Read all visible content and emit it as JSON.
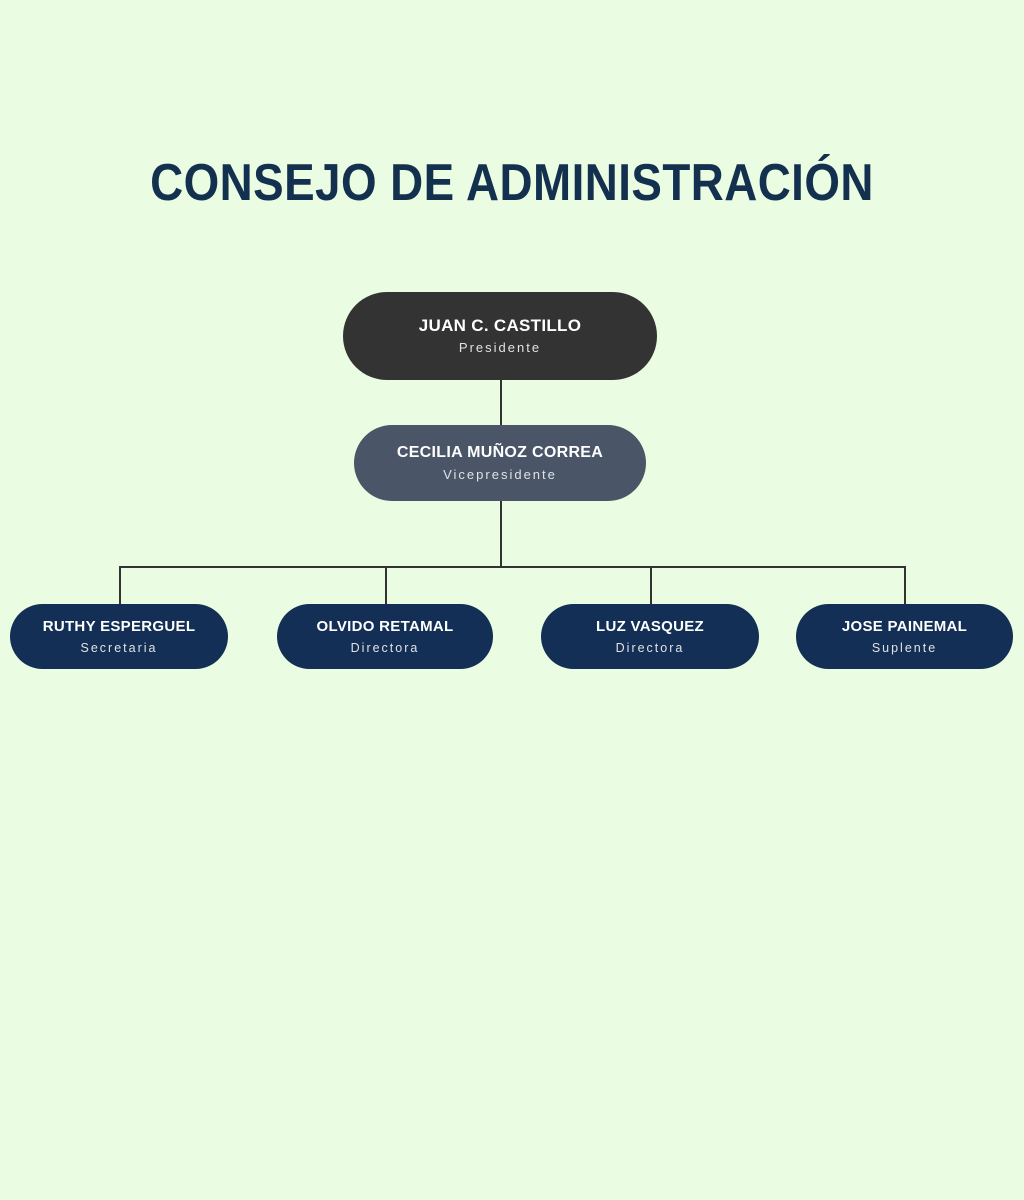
{
  "page": {
    "title": "CONSEJO DE ADMINISTRACIÓN",
    "background_color": "#eafce2",
    "title_color": "#14304f",
    "connector_color": "#333333"
  },
  "org_chart": {
    "president": {
      "name": "JUAN C. CASTILLO",
      "role": "Presidente",
      "color": "#333333"
    },
    "vicepresident": {
      "name": "CECILIA MUÑOZ CORREA",
      "role": "Vicepresidente",
      "color": "#4a5568"
    },
    "members": [
      {
        "name": "RUTHY ESPERGUEL",
        "role": "Secretaria",
        "color": "#132f55"
      },
      {
        "name": "OLVIDO RETAMAL",
        "role": "Directora",
        "color": "#132f55"
      },
      {
        "name": "LUZ VASQUEZ",
        "role": "Directora",
        "color": "#132f55"
      },
      {
        "name": "JOSE PAINEMAL",
        "role": "Suplente",
        "color": "#132f55"
      }
    ]
  }
}
